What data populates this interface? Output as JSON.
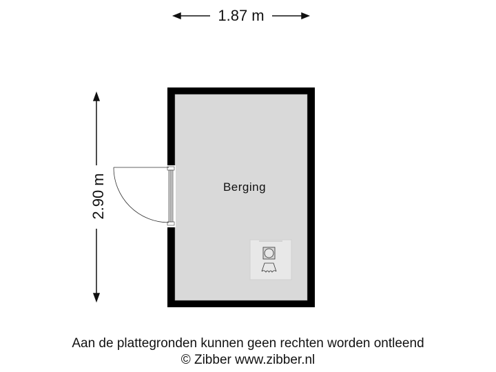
{
  "dimensions": {
    "width_label": "1.87 m",
    "height_label": "2.90 m"
  },
  "rooms": [
    {
      "name": "Berging"
    }
  ],
  "fixtures": [
    {
      "type": "washing-machine-dryer",
      "label": ""
    }
  ],
  "footer": {
    "disclaimer": "Aan de plattegronden kunnen geen rechten worden ontleend",
    "copyright": "© Zibber www.zibber.nl"
  },
  "colors": {
    "wall": "#000000",
    "floor": "#d9d9d9",
    "fixture_bg": "#e6e6e6",
    "line": "#333333"
  }
}
